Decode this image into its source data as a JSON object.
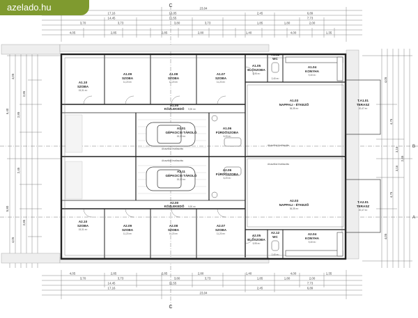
{
  "watermark": "azelado.hu",
  "section_marks": {
    "c": "C",
    "a": "A",
    "b": "B"
  },
  "dimensions": {
    "top": {
      "total": "23,04",
      "row2": [
        "17,16",
        "16,05",
        "2,45",
        "6,89"
      ],
      "row3": [
        "14,45",
        "11,55",
        "7,73"
      ],
      "row4": [
        "3,70",
        "3,73",
        "3,80",
        "3,73",
        "1,85",
        "1,80",
        "2,00"
      ],
      "row5": [
        "4,05",
        "2,85",
        "2,85",
        "2,80",
        "1,40",
        "4,00",
        "1,35"
      ]
    },
    "bottom": {
      "row1": [
        "4,05",
        "2,85",
        "2,85",
        "2,80",
        "1,40",
        "4,00",
        "1,35"
      ],
      "row2": [
        "3,70",
        "3,73",
        "3,80",
        "3,73",
        "1,85",
        "1,80",
        "2,00"
      ],
      "row3": [
        "14,45",
        "11,55",
        "7,73"
      ],
      "row4": [
        "17,16",
        "2,45",
        "6,89"
      ],
      "total": "23,04"
    },
    "left": [
      "4,05",
      "2,85",
      "2,85",
      "6,40",
      "5,80",
      "2,45",
      "2,85",
      "4,05"
    ],
    "right": [
      "4,05",
      "4,75",
      "3,16",
      "2,45",
      "3,16",
      "4,75",
      "4,05"
    ]
  },
  "rooms": [
    {
      "code": "A1.10",
      "name": "SZOBA",
      "area": "15,31 m²"
    },
    {
      "code": "A1.09",
      "name": "SZOBA",
      "area": "11,20 m²"
    },
    {
      "code": "A1.08",
      "name": "SZOBA",
      "area": "11,20 m²"
    },
    {
      "code": "A1.07",
      "name": "SZOBA",
      "area": "11,20 m²"
    },
    {
      "code": "A1.05",
      "name": "ELŐSZOBA",
      "area": "5,95 m²"
    },
    {
      "code": "A1.12",
      "name": "WC",
      "area": "2,40 m²"
    },
    {
      "code": "A1.04",
      "name": "KONYHA",
      "area": "9,40 m²"
    },
    {
      "code": "A1.03",
      "name": "NAPPALI - ÉTKEZŐ",
      "area": "36,35 m²"
    },
    {
      "code": "T.A1.01",
      "name": "TERASZ",
      "area": "20,47 m²"
    },
    {
      "code": "A1.00",
      "name": "KÖZLEKEDŐ",
      "area": "9,90 m²"
    },
    {
      "code": "A1.01",
      "name": "GÉPKOCSI TÁROLÓ",
      "area": "15,10 m²"
    },
    {
      "code": "A1.06",
      "name": "FÜRDŐSZOBA",
      "area": "6,20 m²"
    },
    {
      "code": "A2.11",
      "name": "GÉPKOCSI TÁROLÓ",
      "area": "15,10 m²"
    },
    {
      "code": "A2.06",
      "name": "FÜRDŐSZOBA",
      "area": "6,20 m²"
    },
    {
      "code": "A2.03",
      "name": "NAPPALI - ÉTKEZŐ",
      "area": "36,35 m²"
    },
    {
      "code": "A2.00",
      "name": "KÖZLEKEDŐ",
      "area": "9,90 m²"
    },
    {
      "code": "A2.10",
      "name": "SZOBA",
      "area": "15,31 m²"
    },
    {
      "code": "A2.09",
      "name": "SZOBA",
      "area": "11,20 m²"
    },
    {
      "code": "A2.08",
      "name": "SZOBA",
      "area": "11,20 m²"
    },
    {
      "code": "A2.07",
      "name": "SZOBA",
      "area": "11,20 m²"
    },
    {
      "code": "A2.05",
      "name": "ELŐSZOBA",
      "area": "5,95 m²"
    },
    {
      "code": "A2.12",
      "name": "WC",
      "area": "2,40 m²"
    },
    {
      "code": "A2.04",
      "name": "KONYHA",
      "area": "9,40 m²"
    },
    {
      "code": "T.A2.01",
      "name": "TERASZ",
      "area": "20,47 m²"
    }
  ],
  "notes": {
    "n1": "Akusztikai leválasztás",
    "n2": "Akusztikai leválasztás",
    "n3": "Akusztikai leválasztás",
    "n4": "Akusztikai leválasztás"
  }
}
